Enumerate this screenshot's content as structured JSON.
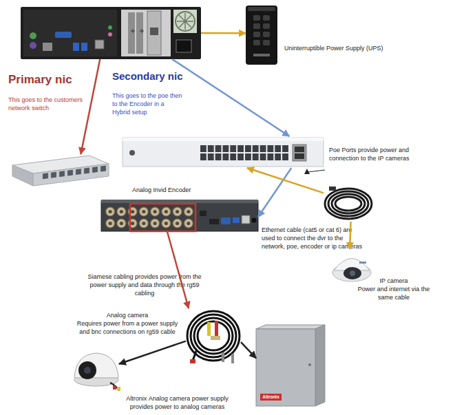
{
  "diagram": {
    "nodes": [
      {
        "text": []
      },
      {
        "text": [
          "Uninterruptible Power Supply (UPS)"
        ]
      },
      {
        "text": []
      },
      {
        "text": [
          "Poe Ports provide power and connection to the IP cameras"
        ]
      },
      {
        "text": [
          "Analog Invid Encoder"
        ]
      },
      {
        "text": [
          "Ethernet cable (cat5 or cat 6) are used to connect the dvr to the network, poe, encoder or ip cameras"
        ]
      },
      {
        "text": [
          "IP camera",
          "Power and internet via the same cable"
        ]
      },
      {
        "text": [
          "Siamese cabling provides power from the power supply and data through the rg59 cabling"
        ]
      },
      {
        "text": [
          "Analog camera",
          "Requires power from a power supply and bnc connections on rg59 cable"
        ]
      },
      {
        "text": [
          "Altronix Analog camera power supply provides power to analog cameras"
        ]
      }
    ],
    "edges": [
      {
        "from": 0,
        "to": 1,
        "arrow": "to"
      },
      {
        "from": 0,
        "to": 2,
        "arrow": "to"
      },
      {
        "from": 0,
        "to": 3,
        "arrow": "to"
      },
      {
        "from": 3,
        "to": 4,
        "arrow": "to"
      },
      {
        "from": 5,
        "to": 3,
        "arrow": "to"
      },
      {
        "from": 5,
        "to": 6,
        "arrow": "to"
      },
      {
        "from": 4,
        "to": 7,
        "arrow": "to"
      },
      {
        "from": 7,
        "to": 8,
        "arrow": "to"
      },
      {
        "from": 7,
        "to": 9,
        "arrow": "to"
      }
    ],
    "labels": [
      "Primary nic",
      "This goes to the customers network switch",
      "Secondary nic",
      "This goes to the poe then to the Encoder in a Hybrid setup",
      "Altronix"
    ]
  }
}
